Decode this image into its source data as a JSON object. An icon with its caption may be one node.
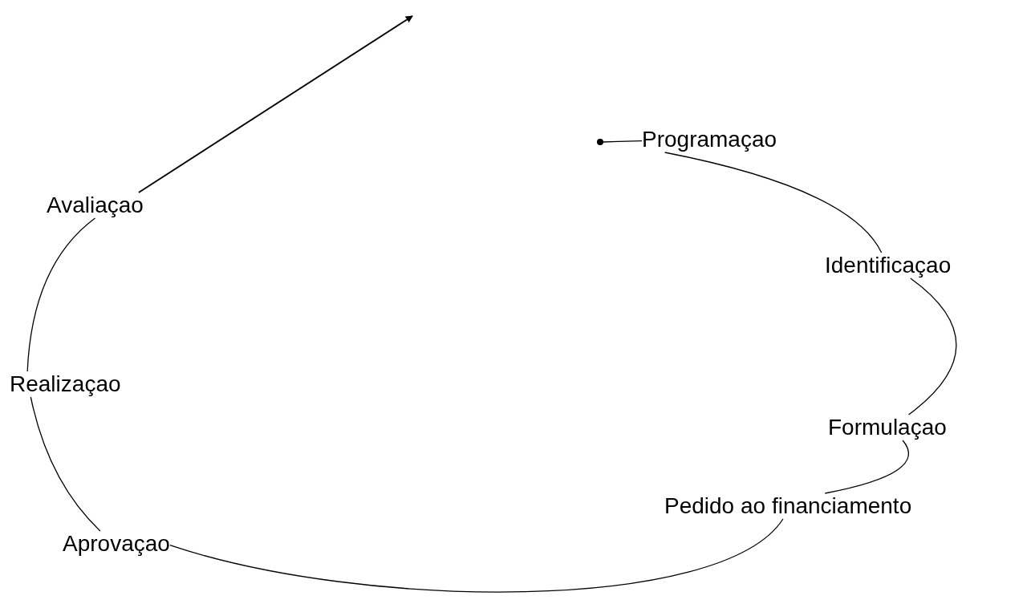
{
  "diagram": {
    "nodes": [
      {
        "text": [
          "Programaçao"
        ]
      },
      {
        "text": [
          "Identificaçao"
        ]
      },
      {
        "text": [
          "Formulaçao"
        ]
      },
      {
        "text": [
          "Pedido ao financiamento"
        ]
      },
      {
        "text": [
          "Aprovaçao"
        ]
      },
      {
        "text": [
          "Realizaçao"
        ]
      },
      {
        "text": [
          "Avaliaçao"
        ]
      },
      {
        "text": [],
        "shape": "circle"
      }
    ],
    "edges": [
      {
        "from": 7,
        "to": 0,
        "arrow": "none"
      },
      {
        "from": 0,
        "to": 1,
        "arrow": "none"
      },
      {
        "from": 1,
        "to": 2,
        "arrow": "none"
      },
      {
        "from": 2,
        "to": 3,
        "arrow": "none"
      },
      {
        "from": 3,
        "to": 4,
        "arrow": "none"
      },
      {
        "from": 4,
        "to": 5,
        "arrow": "none"
      },
      {
        "from": 5,
        "to": 6,
        "arrow": "none"
      },
      {
        "from": 6,
        "to": null,
        "arrow": "to"
      }
    ]
  }
}
